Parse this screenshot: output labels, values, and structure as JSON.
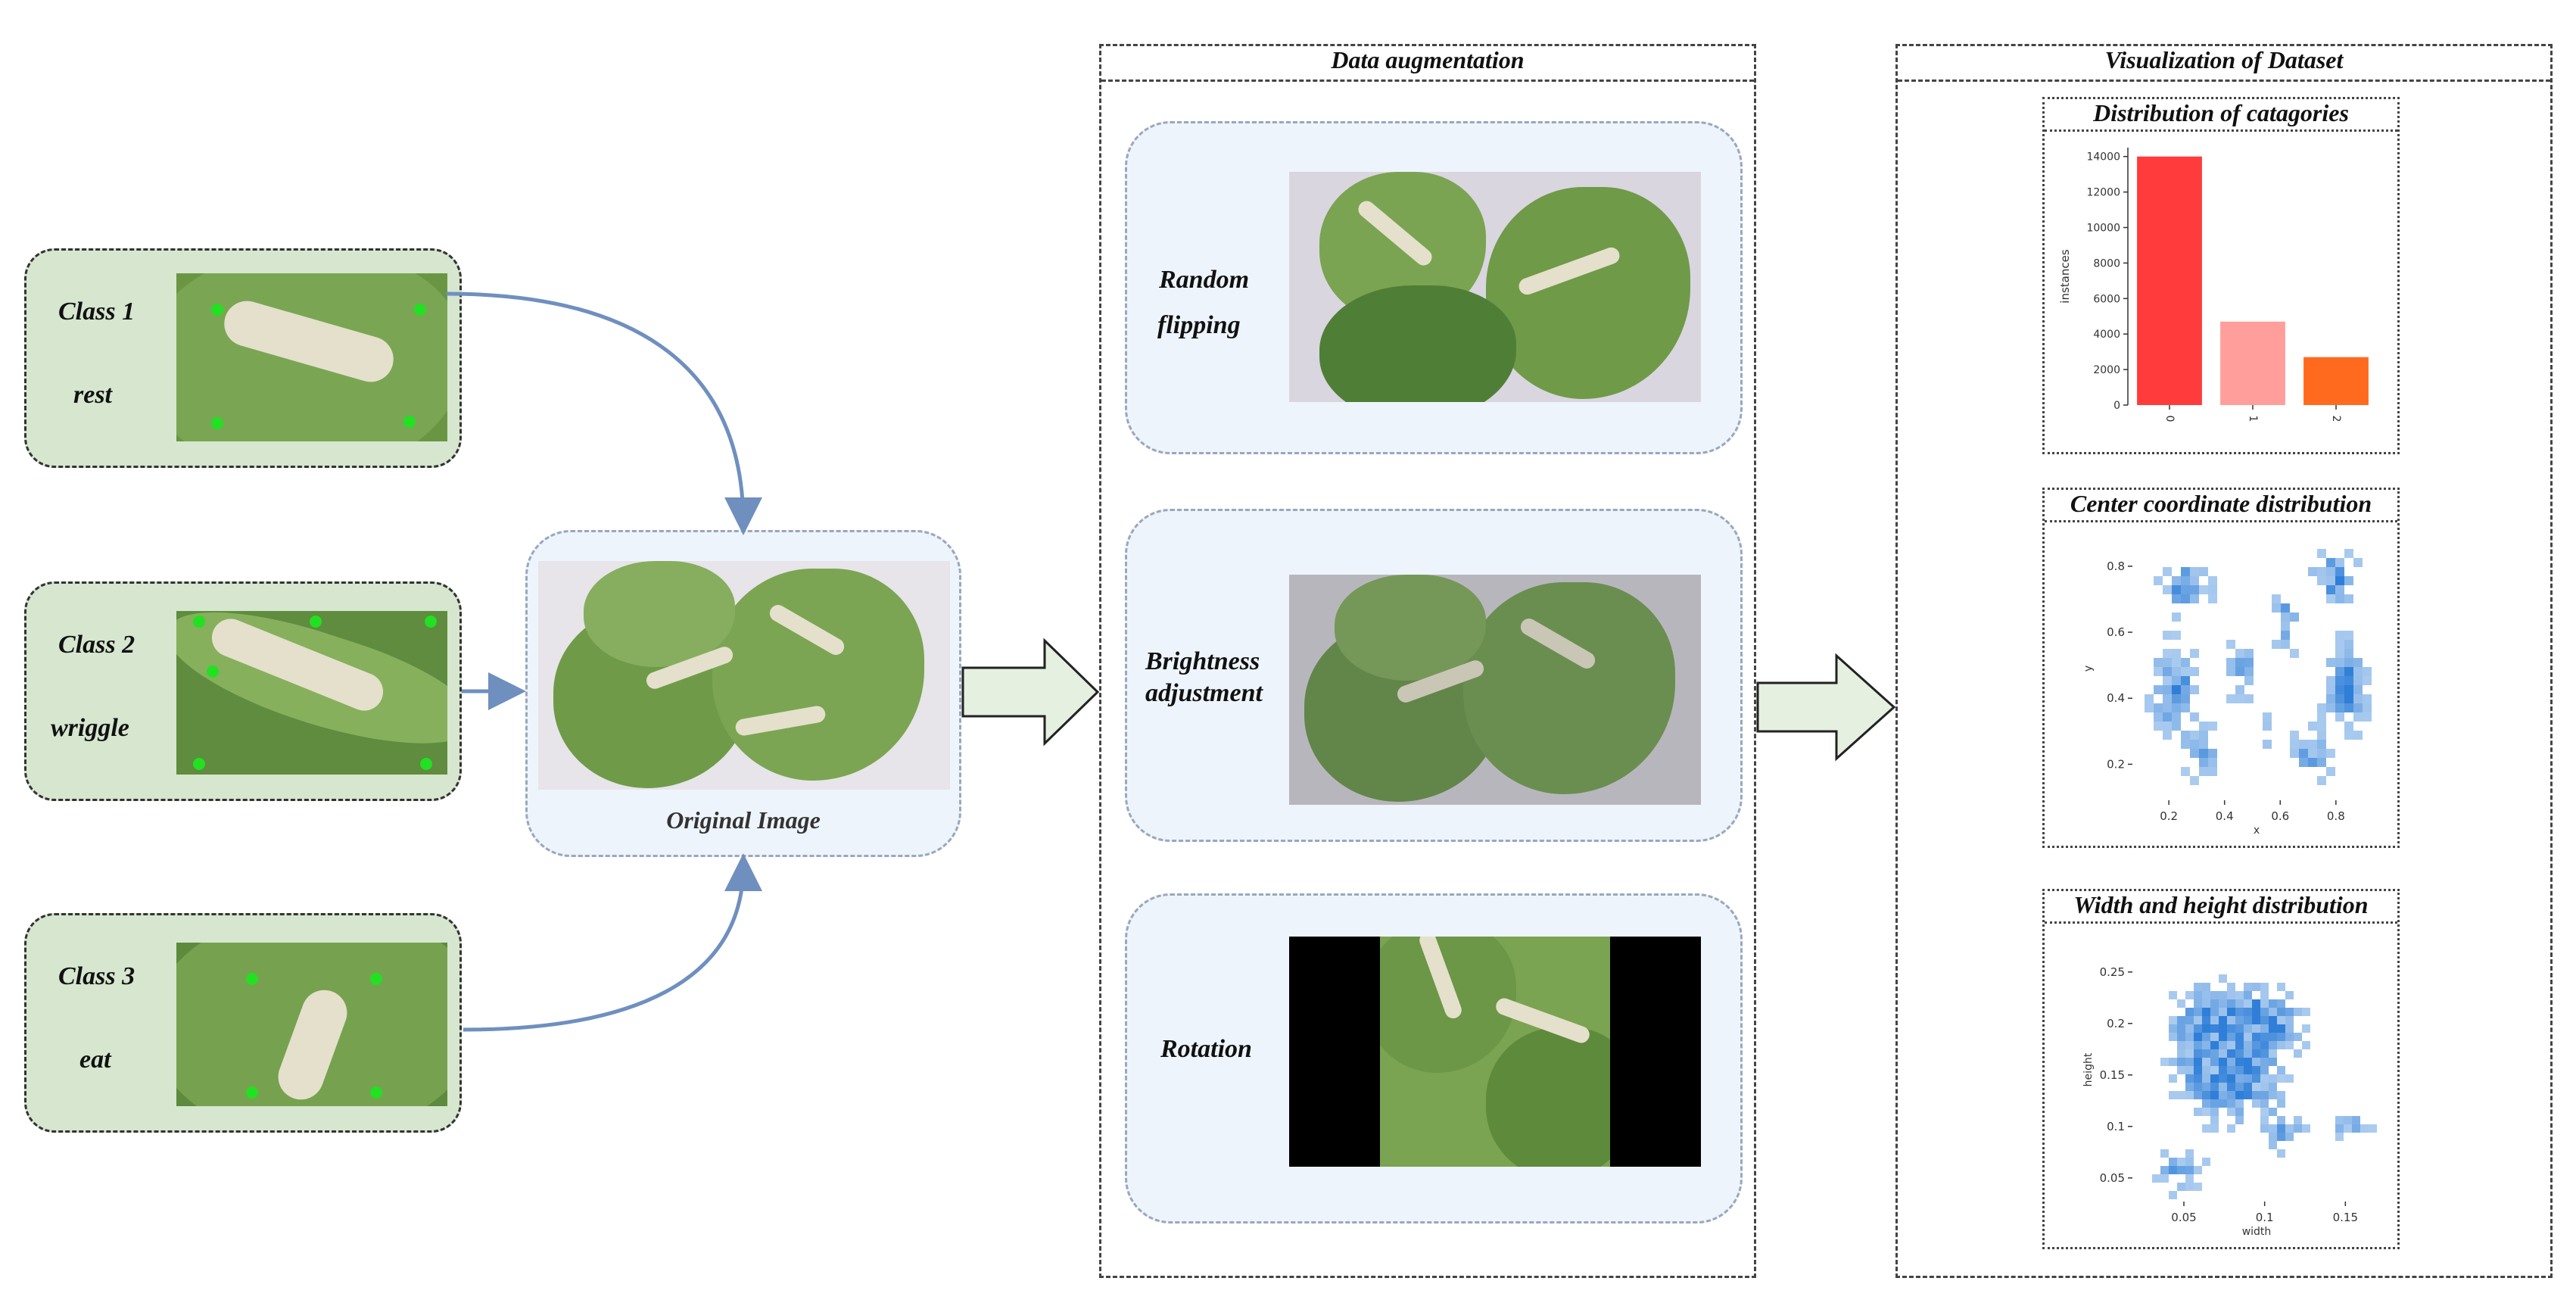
{
  "classes": [
    {
      "title": "Class 1",
      "name": "rest"
    },
    {
      "title": "Class 2",
      "name": "wriggle"
    },
    {
      "title": "Class 3",
      "name": "eat"
    }
  ],
  "original": {
    "caption": "Original Image"
  },
  "augmentation": {
    "title": "Data augmentation",
    "items": [
      {
        "line1": "Random",
        "line2": "flipping"
      },
      {
        "line1": "Brightness",
        "line2": "adjustment"
      },
      {
        "line1": "Rotation",
        "line2": ""
      }
    ]
  },
  "visualization": {
    "title": "Visualization of Dataset",
    "plots": [
      {
        "title": "Distribution of catagories"
      },
      {
        "title": "Center coordinate distribution"
      },
      {
        "title": "Width and height distribution"
      }
    ]
  },
  "colors": {
    "card_green": "#d6e6cf",
    "card_blue": "#eef4fb",
    "arrow_blue": "#6f8fbf",
    "bar_red": "#ff3b3b",
    "bar_pink": "#ff9e9a",
    "bar_orange": "#ff6a1f",
    "heat_blue": "#2f7fd8"
  },
  "chart_data": [
    {
      "type": "bar",
      "title": "Distribution of catagories",
      "categories": [
        "0",
        "1",
        "2"
      ],
      "values": [
        14000,
        4700,
        2700
      ],
      "xlabel": "",
      "ylabel": "instances",
      "ylim": [
        0,
        14500
      ],
      "yticks": [
        0,
        2000,
        4000,
        6000,
        8000,
        10000,
        12000,
        14000
      ]
    },
    {
      "type": "heatmap",
      "title": "Center coordinate distribution",
      "xlabel": "x",
      "ylabel": "y",
      "xticks": [
        0.2,
        0.4,
        0.6,
        0.8
      ],
      "yticks": [
        0.2,
        0.4,
        0.6,
        0.8
      ],
      "xlim": [
        0.08,
        0.95
      ],
      "ylim": [
        0.1,
        0.88
      ]
    },
    {
      "type": "heatmap",
      "title": "Width and height distribution",
      "xlabel": "width",
      "ylabel": "height",
      "xticks": [
        0.05,
        0.1,
        0.15
      ],
      "yticks": [
        0.05,
        0.1,
        0.15,
        0.2,
        0.25
      ],
      "xlim": [
        0.02,
        0.17
      ],
      "ylim": [
        0.03,
        0.28
      ]
    }
  ]
}
